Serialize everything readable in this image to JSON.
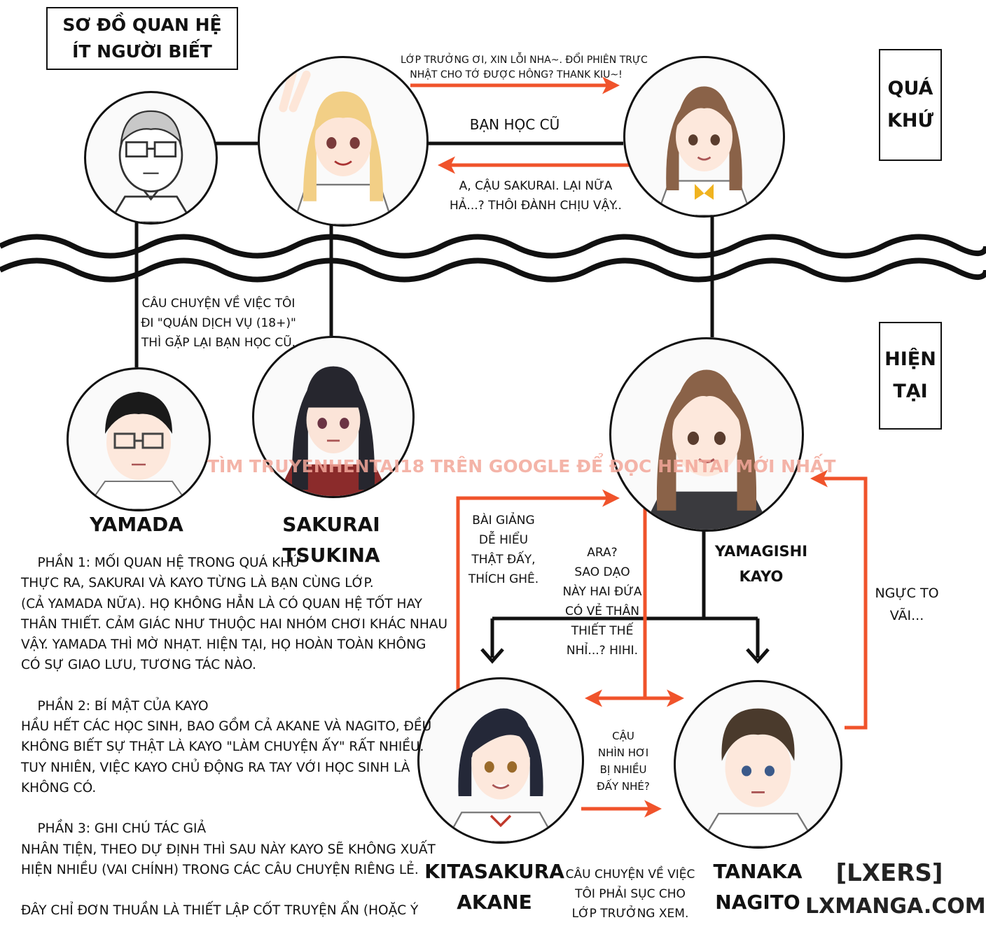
{
  "title_box": {
    "line1": "SƠ ĐỒ QUAN HỆ",
    "line2": "ÍT NGƯỜI BIẾT"
  },
  "period_past": {
    "line1": "QUÁ",
    "line2": "KHỨ"
  },
  "period_present": {
    "line1": "HIỆN",
    "line2": "TẠI"
  },
  "characters": {
    "yamada": {
      "name": "YAMADA"
    },
    "sakurai": {
      "line1": "SAKURAI",
      "line2": "TSUKINA"
    },
    "kayo": {
      "line1": "YAMAGISHI",
      "line2": "KAYO"
    },
    "akane": {
      "line1": "KITASAKURA",
      "line2": "AKANE"
    },
    "nagito": {
      "line1": "TANAKA",
      "line2": "NAGITO"
    }
  },
  "notes": {
    "sakurai_to_kayo": {
      "line1": "LỚP TRƯỞNG ƠI, XIN LỖI NHA~. ĐỔI PHIÊN TRỰC",
      "line2": "NHẬT CHO TỚ ĐƯỢC HÔNG? THANK KIU~!"
    },
    "classmates": "BẠN HỌC CŨ",
    "kayo_to_sakurai": {
      "line1": "A, CẬU SAKURAI. LẠI NỮA",
      "line2": "HẢ...? THÔI ĐÀNH CHỊU VẬY.."
    },
    "yamada_story": {
      "line1": "CÂU CHUYỆN VỀ VIỆC TÔI",
      "line2": "ĐI \"QUÁN DỊCH VỤ (18+)\"",
      "line3": "THÌ GẶP LẠI BẠN HỌC CŨ."
    },
    "akane_to_kayo": {
      "line1": "BÀI GIẢNG",
      "line2": "DỄ HIỂU",
      "line3": "THẬT ĐẤY,",
      "line4": "THÍCH GHÊ."
    },
    "kayo_thought": {
      "line1": "ARA?",
      "line2": "SAO DẠO",
      "line3": "NÀY HAI ĐỨA",
      "line4": "CÓ VẺ THÂN",
      "line5": "THIẾT THẾ",
      "line6": "NHỈ...? HIHI."
    },
    "nagito_to_kayo": {
      "line1": "NGỰC TO",
      "line2": "VÃI..."
    },
    "akane_to_nagito": {
      "line1": "CẬU",
      "line2": "NHÌN HƠI",
      "line3": "BỊ NHIỀU",
      "line4": "ĐẤY NHÉ?"
    },
    "akane_story": {
      "line1": "CÂU CHUYỆN VỀ VIỆC",
      "line2": "TÔI PHẢI SỤC CHO",
      "line3": "LỚP TRƯỞNG XEM."
    }
  },
  "paragraphs": [
    "    PHẦN 1: MỐI QUAN HỆ TRONG QUÁ KHỨ",
    "THỰC RA, SAKURAI VÀ KAYO TỪNG LÀ BẠN CÙNG LỚP.",
    "(CẢ YAMADA NỮA). HỌ KHÔNG HẲN LÀ CÓ QUAN HỆ TỐT HAY",
    "THÂN THIẾT. CẢM GIÁC NHƯ THUỘC HAI NHÓM CHƠI KHÁC NHAU",
    "VẬY. YAMADA THÌ MỜ NHẠT. HIỆN TẠI, HỌ HOÀN TOÀN KHÔNG",
    "CÓ SỰ GIAO LƯU, TƯƠNG TÁC NÀO.",
    "",
    "    PHẦN 2: BÍ MẬT CỦA KAYO",
    "HẦU HẾT CÁC HỌC SINH, BAO GỒM CẢ AKANE VÀ NAGITO, ĐỀU",
    "KHÔNG BIẾT SỰ THẬT LÀ KAYO \"LÀM CHUYỆN ẤY\" RẤT NHIỀU.",
    "TUY NHIÊN, VIỆC KAYO CHỦ ĐỘNG RA TAY VỚI HỌC SINH LÀ",
    "KHÔNG CÓ.",
    "",
    "    PHẦN 3: GHI CHÚ TÁC GIẢ",
    "NHÂN TIỆN, THEO DỰ ĐỊNH THÌ SAU NÀY KAYO SẼ KHÔNG XUẤT",
    "HIỆN NHIỀU (VAI CHÍNH) TRONG CÁC CÂU CHUYỆN RIÊNG LẺ.",
    "",
    "ĐÂY CHỈ ĐƠN THUẦN LÀ THIẾT LẬP CỐT TRUYỆN ẨN (HOẶC Ý"
  ],
  "watermark": "TÌM TRUYENHENTAI18 TRÊN GOOGLE ĐỂ ĐỌC HENTAI MỚI NHẤT",
  "brand": {
    "line1": "[LXERS]",
    "line2": "LXMANGA.COM"
  },
  "colors": {
    "accent": "#f0532b",
    "ink": "#111111",
    "blonde": "#f2cf86",
    "brown_hair": "#8a6248",
    "dark_hair": "#26262e"
  }
}
